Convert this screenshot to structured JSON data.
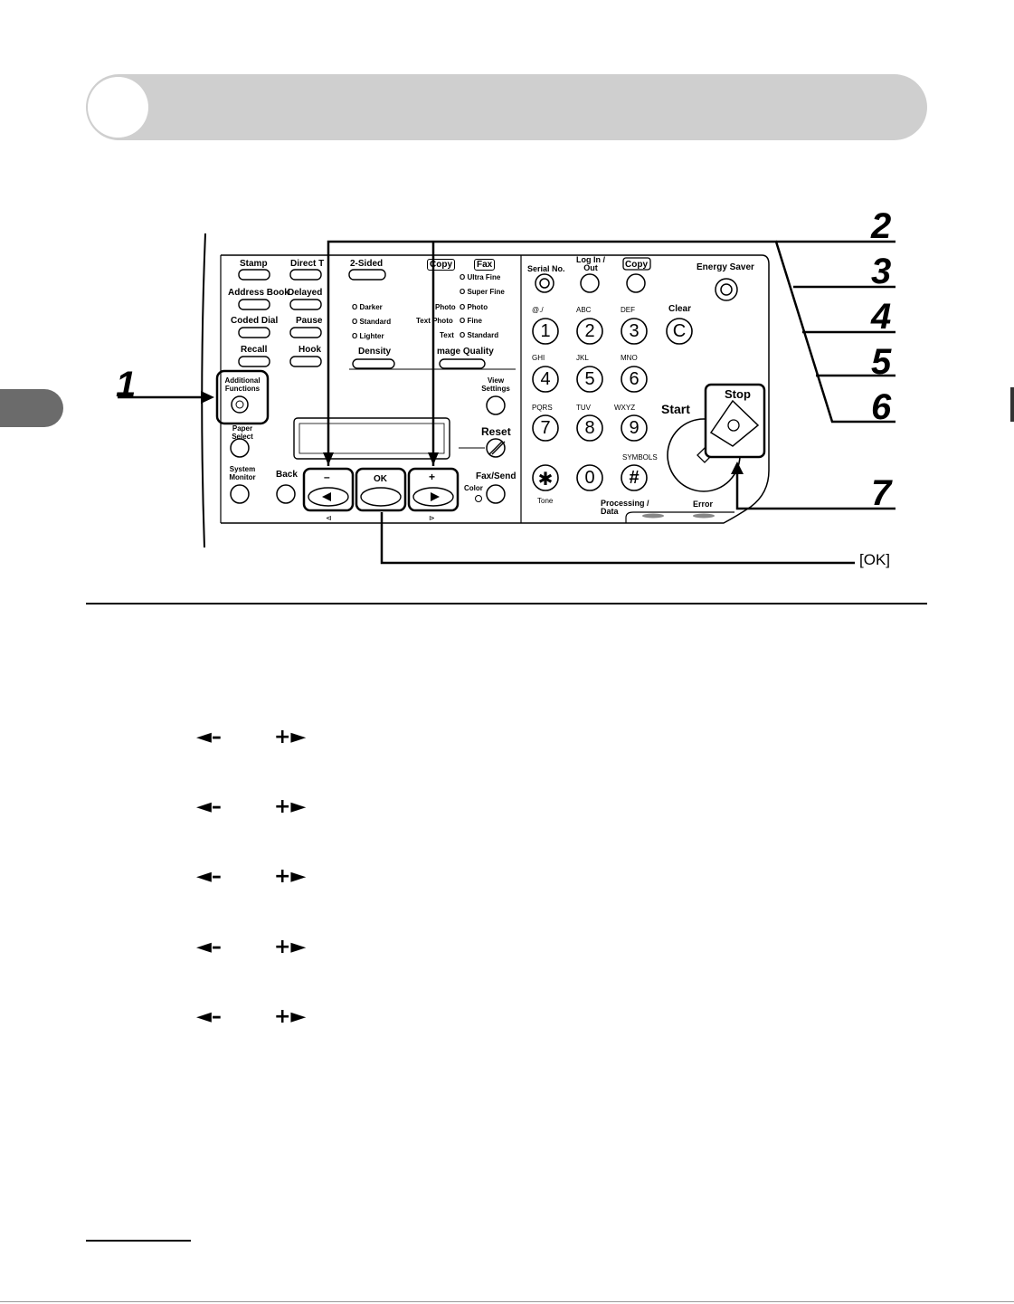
{
  "panel": {
    "labels": {
      "stamp": "Stamp",
      "direct_t": "Direct T",
      "two_sided": "2-Sided",
      "copy_tab": "Copy",
      "fax_tab": "Fax",
      "ultra_fine": "O Ultra Fine",
      "super_fine": "O Super Fine",
      "address_book": "Address Book",
      "delayed": "Delayed",
      "coded_dial": "Coded Dial",
      "pause": "Pause",
      "darker": "O Darker",
      "standard_density": "O Standard",
      "lighter": "O Lighter",
      "photo_a": "Photo",
      "photo_b": "O Photo",
      "text_photo": "Text Photo",
      "fine": "O Fine",
      "text_std": "Text",
      "standard_iq": "O Standard",
      "recall": "Recall",
      "hook": "Hook",
      "density": "Density",
      "image_quality": "mage Quality",
      "additional_functions": "Additional Functions",
      "paper_select": "Paper Select",
      "view_settings": "View Settings",
      "reset": "Reset",
      "system_monitor": "System Monitor",
      "back": "Back",
      "minus": "–",
      "ok": "OK",
      "plus": "+",
      "fax_send": "Fax/Send",
      "color": "Color",
      "serial_no": "Serial No.",
      "log_in_out": "Log In / Out",
      "copy_key": "Copy",
      "energy_saver": "Energy Saver",
      "clear": "Clear",
      "start": "Start",
      "stop": "Stop",
      "tone": "Tone",
      "symbols": "SYMBOLS",
      "processing_data": "Processing / Data",
      "error": "Error"
    },
    "keys": [
      {
        "digit": "1",
        "letters": "@./"
      },
      {
        "digit": "2",
        "letters": "ABC"
      },
      {
        "digit": "3",
        "letters": "DEF"
      },
      {
        "digit": "4",
        "letters": "GHI"
      },
      {
        "digit": "5",
        "letters": "JKL"
      },
      {
        "digit": "6",
        "letters": "MNO"
      },
      {
        "digit": "7",
        "letters": "PQRS"
      },
      {
        "digit": "8",
        "letters": "TUV"
      },
      {
        "digit": "9",
        "letters": "WXYZ"
      },
      {
        "digit": "✱",
        "letters": ""
      },
      {
        "digit": "0",
        "letters": ""
      },
      {
        "digit": "#",
        "letters": ""
      }
    ]
  },
  "callouts": {
    "step1": "1",
    "step2": "2",
    "step3": "3",
    "step4": "4",
    "step5": "5",
    "step6": "6",
    "step7": "7",
    "ok": "[OK]"
  },
  "arrow_rows": [
    {
      "left": "◄–",
      "right": "+►"
    },
    {
      "left": "◄–",
      "right": "+►"
    },
    {
      "left": "◄–",
      "right": "+►"
    },
    {
      "left": "◄–",
      "right": "+►"
    },
    {
      "left": "◄–",
      "right": "+►"
    }
  ]
}
